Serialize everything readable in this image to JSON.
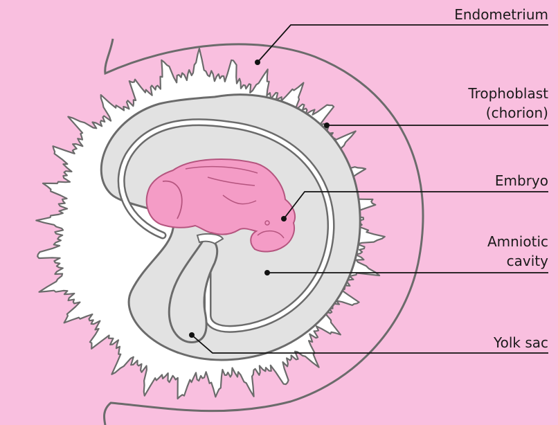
{
  "colors": {
    "background": "#f9bfdf",
    "chorion_fill": "#ffffff",
    "outline": "#6b6b6b",
    "membrane_fill": "#e2e2e2",
    "embryo_fill": "#f49cc6",
    "embryo_stroke": "#b5557f",
    "leader_line": "#111111"
  },
  "labels": {
    "endometrium": "Endometrium",
    "trophoblast": "Trophoblast",
    "chorion": "(chorion)",
    "embryo": "Embryo",
    "amniotic": "Amniotic",
    "cavity": "cavity",
    "yolk_sac": "Yolk sac"
  }
}
